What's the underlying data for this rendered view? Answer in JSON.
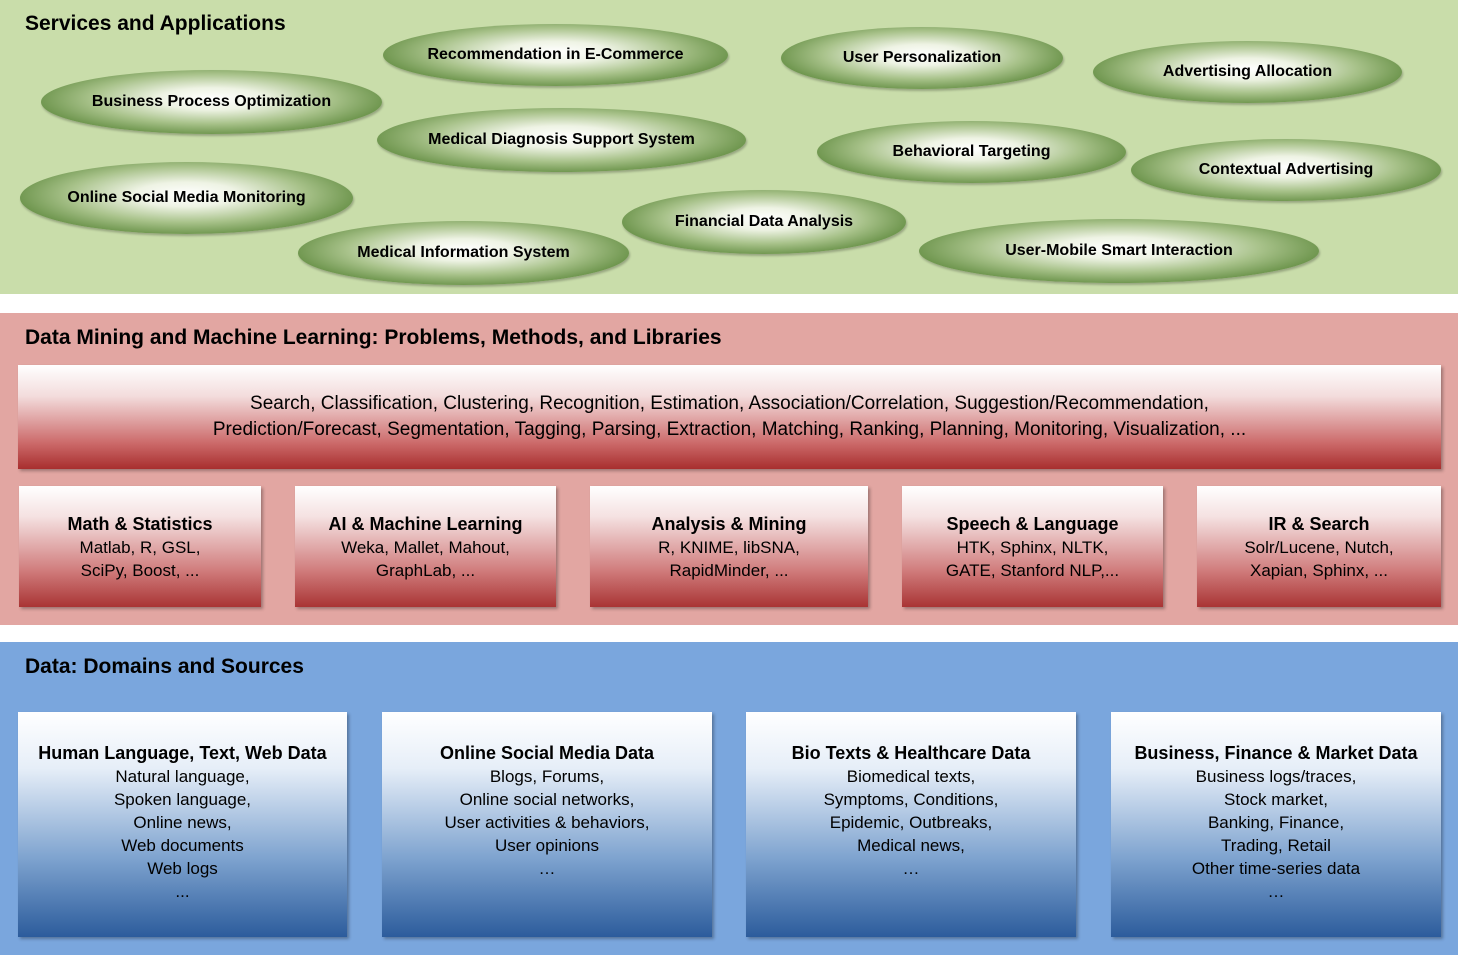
{
  "services": {
    "title": "Services and Applications",
    "apps": [
      "Recommendation in E-Commerce",
      "User Personalization",
      "Advertising Allocation",
      "Business Process Optimization",
      "Medical Diagnosis Support System",
      "Behavioral Targeting",
      "Contextual Advertising",
      "Online Social Media Monitoring",
      "Financial Data Analysis",
      "User-Mobile Smart Interaction",
      "Medical Information System"
    ]
  },
  "mining": {
    "title": "Data Mining and Machine Learning: Problems, Methods, and Libraries",
    "problems_line1": "Search, Classification, Clustering, Recognition, Estimation, Association/Correlation, Suggestion/Recommendation,",
    "problems_line2": "Prediction/Forecast, Segmentation, Tagging, Parsing, Extraction, Matching, Ranking, Planning, Monitoring, Visualization, ...",
    "libraries": [
      {
        "title": "Math & Statistics",
        "line1": "Matlab, R, GSL,",
        "line2": "SciPy, Boost, ..."
      },
      {
        "title": "AI & Machine Learning",
        "line1": "Weka, Mallet, Mahout,",
        "line2": "GraphLab, ..."
      },
      {
        "title": "Analysis & Mining",
        "line1": "R, KNIME, libSNA,",
        "line2": "RapidMinder, ..."
      },
      {
        "title": "Speech & Language",
        "line1": "HTK, Sphinx, NLTK,",
        "line2": "GATE, Stanford NLP,..."
      },
      {
        "title": "IR & Search",
        "line1": "Solr/Lucene, Nutch,",
        "line2": "Xapian, Sphinx, ..."
      }
    ]
  },
  "data": {
    "title": "Data: Domains and Sources",
    "domains": [
      {
        "title": "Human Language, Text, Web Data",
        "lines": [
          "Natural language,",
          "Spoken language,",
          "Online news,",
          "Web documents",
          "Web logs",
          "..."
        ]
      },
      {
        "title": "Online Social Media Data",
        "lines": [
          "Blogs, Forums,",
          "Online social networks,",
          "User activities & behaviors,",
          "User opinions",
          "…"
        ]
      },
      {
        "title": "Bio Texts & Healthcare Data",
        "lines": [
          "Biomedical texts,",
          "Symptoms, Conditions,",
          "Epidemic, Outbreaks,",
          "Medical news,",
          "…"
        ]
      },
      {
        "title": "Business, Finance & Market Data",
        "lines": [
          "Business logs/traces,",
          "Stock market,",
          "Banking, Finance,",
          "Trading, Retail",
          "Other time-series data",
          "…"
        ]
      }
    ]
  }
}
